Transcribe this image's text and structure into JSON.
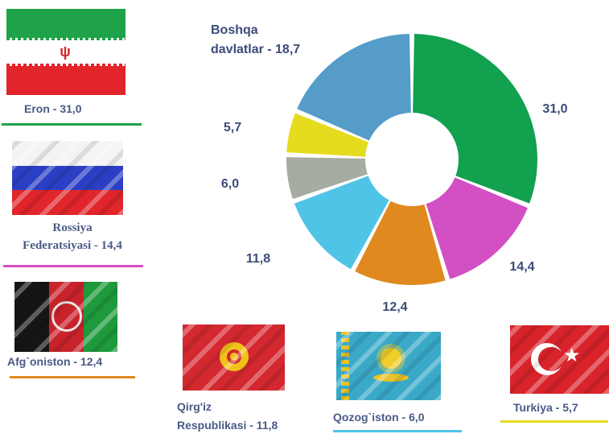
{
  "chart_data": {
    "type": "pie",
    "donut": true,
    "categories": [
      "Eron",
      "Rossiya Federatsiyasi",
      "Afg`oniston",
      "Qirg'iz Respublikasi",
      "Qozog`iston",
      "Turkiya",
      "Boshqa davlatlar"
    ],
    "values": [
      31.0,
      14.4,
      12.4,
      11.8,
      6.0,
      5.7,
      18.7
    ],
    "value_labels": [
      "31,0",
      "14,4",
      "12,4",
      "11,8",
      "6,0",
      "5,7"
    ],
    "colors": [
      "#12a14e",
      "#d24fc4",
      "#e0891f",
      "#4fc4e6",
      "#a7aca3",
      "#e6dc1f",
      "#559cc9"
    ],
    "other_label": [
      "Boshqa",
      "davlatlar - 18,7"
    ]
  },
  "legend": {
    "eron": "Eron - 31,0",
    "rossiya": [
      "Rossiya",
      "Federatsiyasi - 14,4"
    ],
    "afgoniston": "Afg`oniston - 12,4",
    "qirgiz": [
      "Qirg'iz",
      "Respublikasi - 11,8"
    ],
    "qozogiston": "Qozog`iston - 6,0",
    "turkiya": "Turkiya - 5,7"
  }
}
